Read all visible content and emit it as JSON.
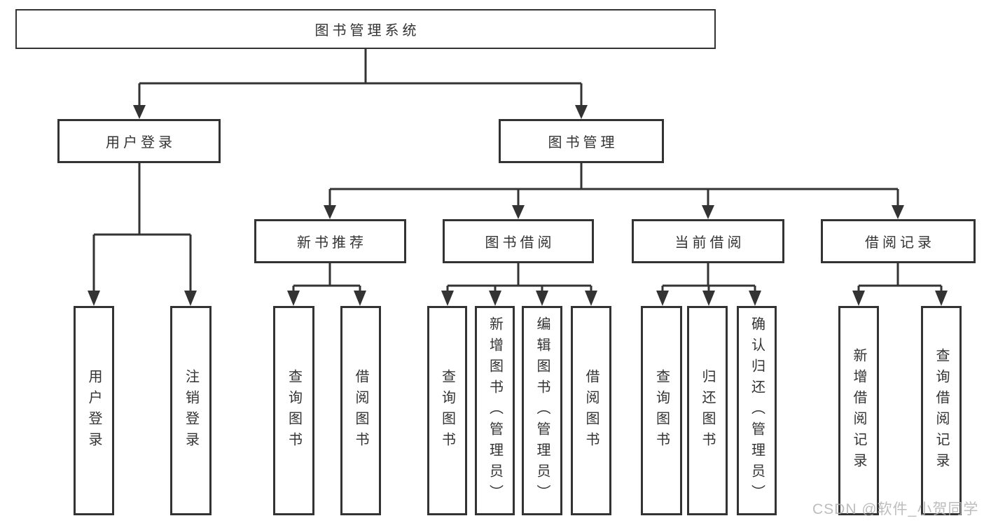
{
  "diagram": {
    "root": {
      "label": "图书管理系统"
    },
    "level2": [
      {
        "label": "用户登录",
        "children": [
          {
            "label": "用户登录"
          },
          {
            "label": "注销登录"
          }
        ]
      },
      {
        "label": "图书管理",
        "children": [
          {
            "label": "新书推荐",
            "children": [
              {
                "label": "查询图书"
              },
              {
                "label": "借阅图书"
              }
            ]
          },
          {
            "label": "图书借阅",
            "children": [
              {
                "label": "查询图书"
              },
              {
                "label": "新增图书（管理员）"
              },
              {
                "label": "编辑图书（管理员）"
              },
              {
                "label": "借阅图书"
              }
            ]
          },
          {
            "label": "当前借阅",
            "children": [
              {
                "label": "查询图书"
              },
              {
                "label": "归还图书"
              },
              {
                "label": "确认归还（管理员）"
              }
            ]
          },
          {
            "label": "借阅记录",
            "children": [
              {
                "label": "新增借阅记录"
              },
              {
                "label": "查询借阅记录"
              }
            ]
          }
        ]
      }
    ]
  },
  "watermark": {
    "text": "CSDN @软件_小贺同学"
  },
  "colors": {
    "line": "#333333",
    "box_border": "#333333",
    "text": "#333333",
    "background": "#ffffff",
    "watermark": "#b2b2b2"
  }
}
